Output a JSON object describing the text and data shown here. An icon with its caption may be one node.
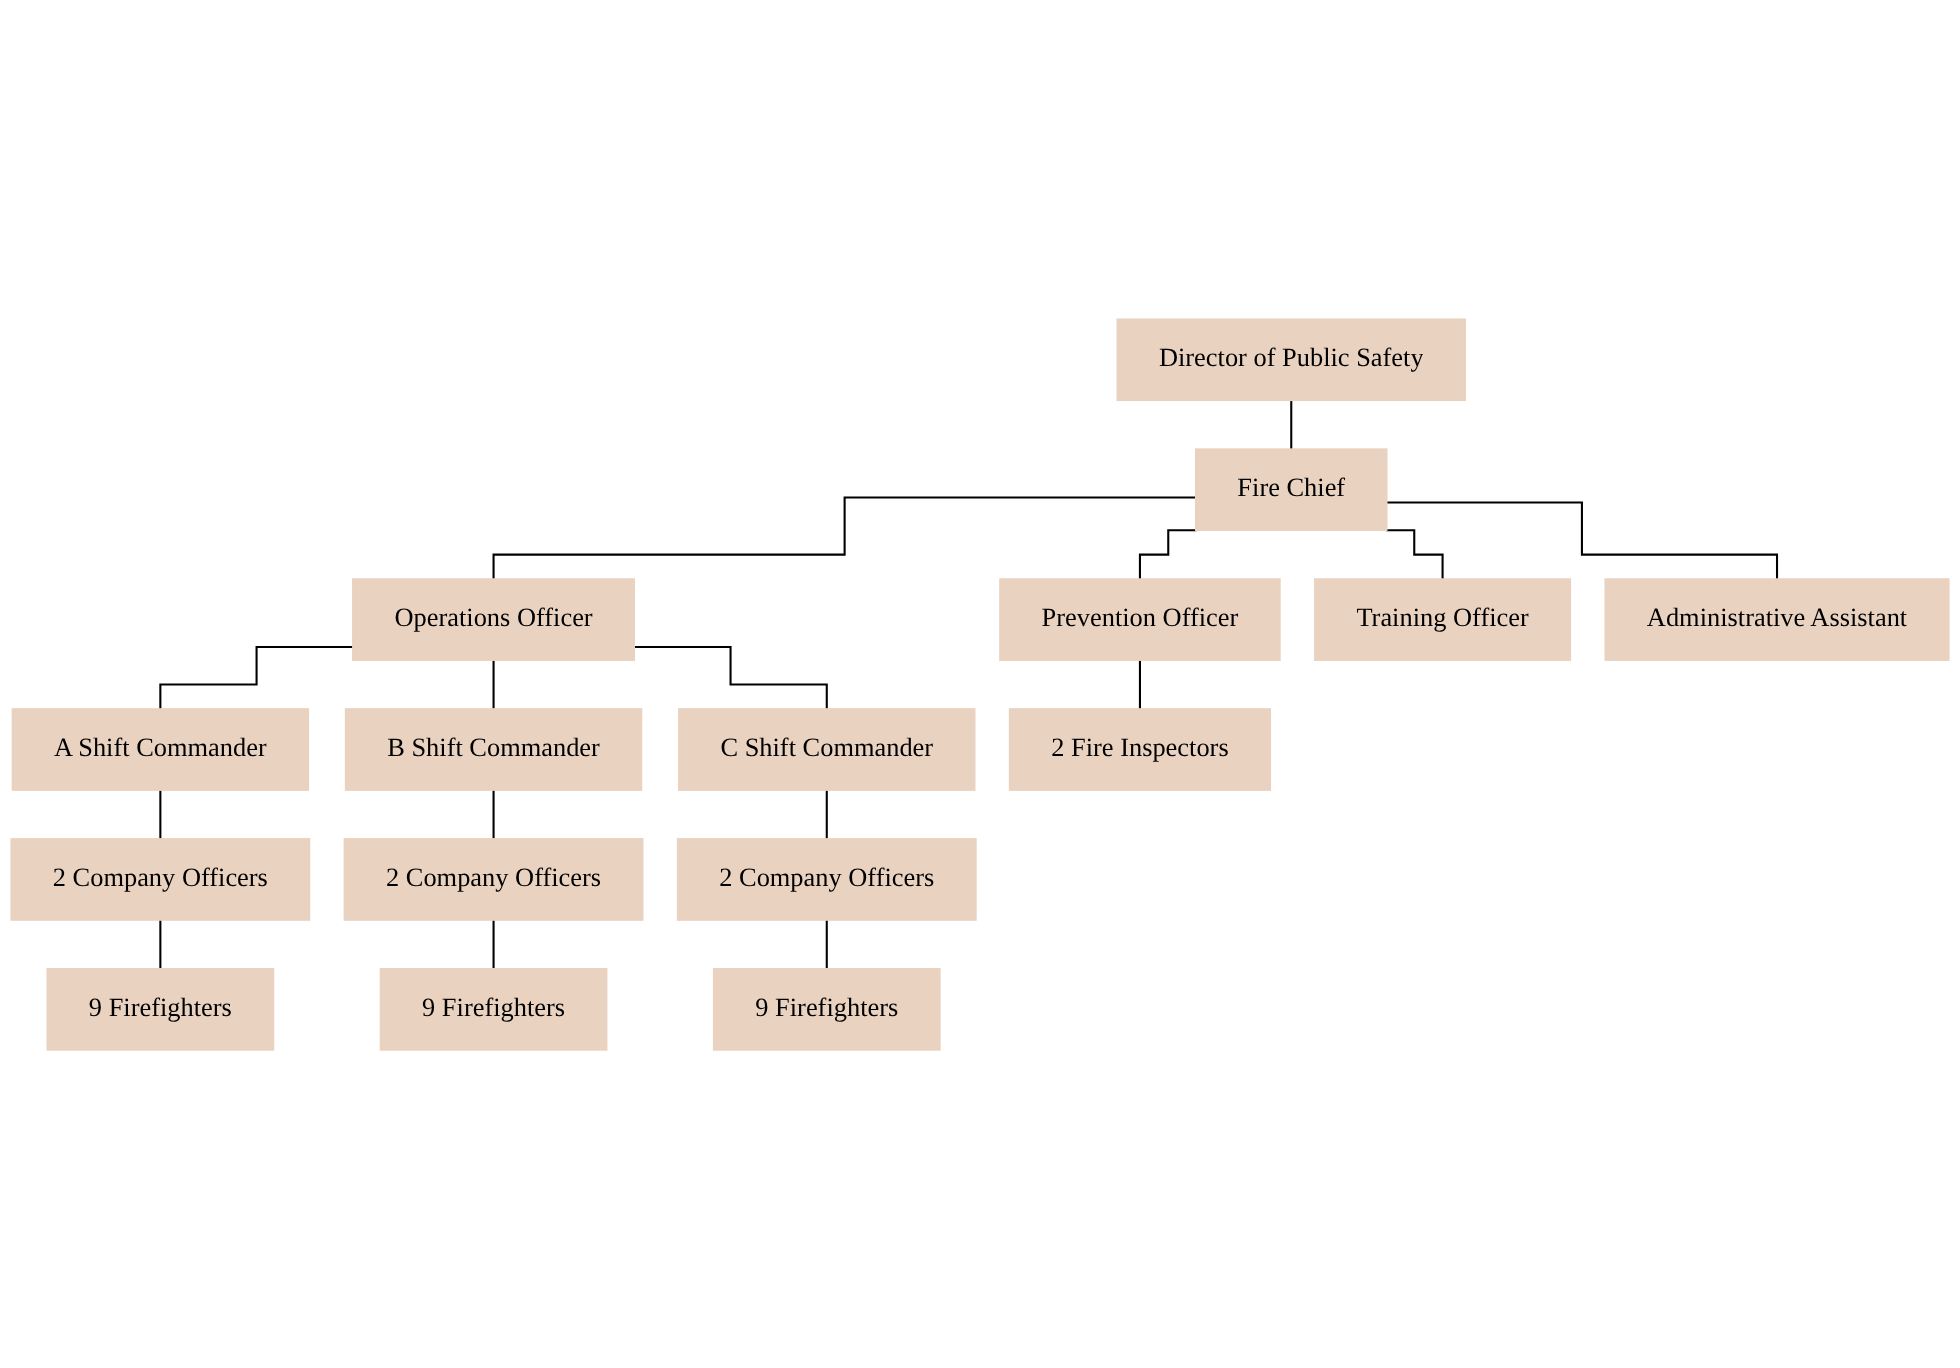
{
  "diagram": {
    "nodes": [
      {
        "text": [
          "Director of Public Safety"
        ]
      },
      {
        "text": [
          "Fire Chief"
        ]
      },
      {
        "text": [
          "Administrative Assistant"
        ]
      },
      {
        "text": [
          "Operations Officer"
        ]
      },
      {
        "text": [
          "Prevention Officer"
        ]
      },
      {
        "text": [
          "Training Officer"
        ]
      },
      {
        "text": [
          "A Shift Commander"
        ]
      },
      {
        "text": [
          "B Shift Commander"
        ]
      },
      {
        "text": [
          "C Shift Commander"
        ]
      },
      {
        "text": [
          "2 Fire Inspectors"
        ]
      },
      {
        "text": [
          "2 Company Officers"
        ]
      },
      {
        "text": [
          "2 Company Officers"
        ]
      },
      {
        "text": [
          "2 Company Officers"
        ]
      },
      {
        "text": [
          "9 Firefighters"
        ]
      },
      {
        "text": [
          "9 Firefighters"
        ]
      },
      {
        "text": [
          "9 Firefighters"
        ]
      }
    ],
    "edges": [
      {
        "from": 0,
        "to": 1,
        "arrow": "none"
      },
      {
        "from": 1,
        "to": 3,
        "arrow": "none"
      },
      {
        "from": 1,
        "to": 4,
        "arrow": "none"
      },
      {
        "from": 1,
        "to": 5,
        "arrow": "none"
      },
      {
        "from": 1,
        "to": 2,
        "arrow": "none"
      },
      {
        "from": 3,
        "to": 6,
        "arrow": "none"
      },
      {
        "from": 3,
        "to": 7,
        "arrow": "none"
      },
      {
        "from": 3,
        "to": 8,
        "arrow": "none"
      },
      {
        "from": 4,
        "to": 9,
        "arrow": "none"
      },
      {
        "from": 6,
        "to": 10,
        "arrow": "none"
      },
      {
        "from": 7,
        "to": 11,
        "arrow": "none"
      },
      {
        "from": 8,
        "to": 12,
        "arrow": "none"
      },
      {
        "from": 10,
        "to": 13,
        "arrow": "none"
      },
      {
        "from": 11,
        "to": 14,
        "arrow": "none"
      },
      {
        "from": 12,
        "to": 15,
        "arrow": "none"
      }
    ]
  }
}
